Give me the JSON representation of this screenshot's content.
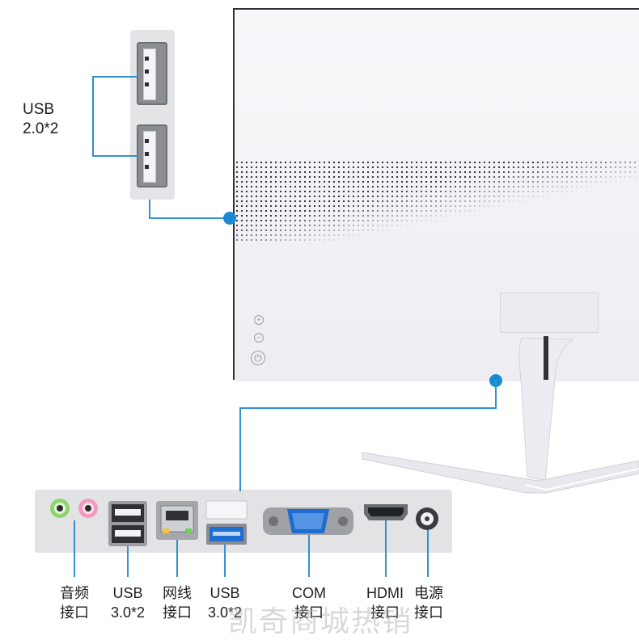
{
  "usb2_group": {
    "line1": "USB",
    "line2": "2.0*2"
  },
  "monitor": {
    "buttons": [
      {
        "name": "plus-button",
        "glyph": "+"
      },
      {
        "name": "minus-button",
        "glyph": "−"
      },
      {
        "name": "power-button",
        "glyph": "⏻"
      }
    ]
  },
  "ports": [
    {
      "id": "audio",
      "line1": "音频",
      "line2": "接口"
    },
    {
      "id": "usb3a",
      "line1": "USB",
      "line2": "3.0*2"
    },
    {
      "id": "lan",
      "line1": "网线",
      "line2": "接口"
    },
    {
      "id": "usb3b",
      "line1": "USB",
      "line2": "3.0*2"
    },
    {
      "id": "com",
      "line1": "COM",
      "line2": "接口"
    },
    {
      "id": "hdmi",
      "line1": "HDMI",
      "line2": "接口"
    },
    {
      "id": "power",
      "line1": "电源",
      "line2": "接口"
    }
  ],
  "watermark": "凯奇商城热销",
  "colors": {
    "accent": "#1a8ad2",
    "line": "#3391cf",
    "usb3_blue": "#1f6fd1",
    "audio_green": "#8fd46f",
    "audio_pink": "#f39ac0"
  }
}
